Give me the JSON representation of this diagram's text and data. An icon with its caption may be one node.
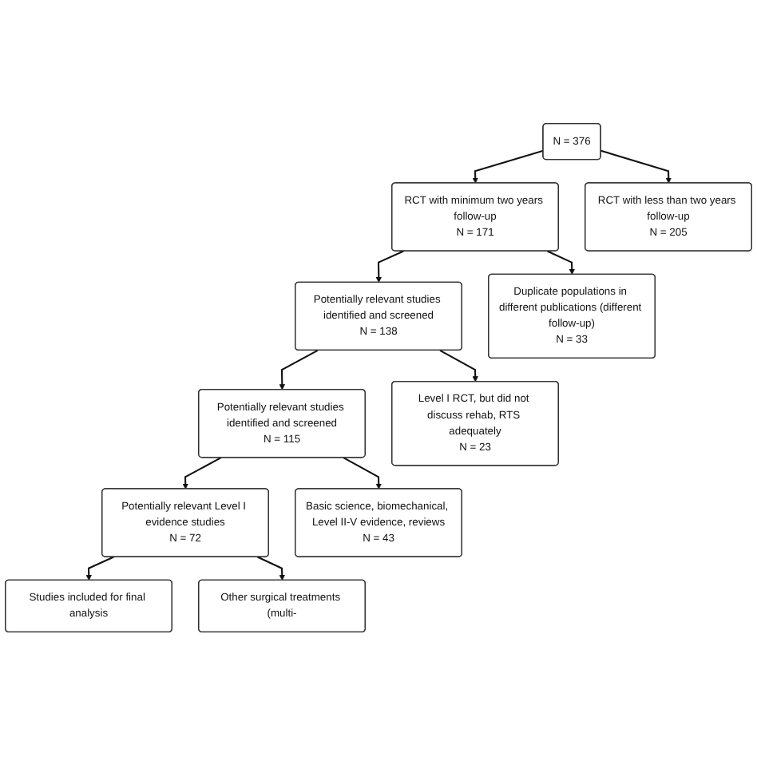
{
  "diagram": {
    "nodes": [
      {
        "text": [
          "N = 376"
        ]
      },
      {
        "text": [
          "RCT with minimum two years follow-up",
          "N = 171"
        ]
      },
      {
        "text": [
          "RCT with less than two years follow-up",
          "N = 205"
        ]
      },
      {
        "text": [
          "Potentially relevant studies identified and screened",
          "N = 138"
        ]
      },
      {
        "text": [
          "Duplicate populations in different publications (different follow-up)",
          "N = 33"
        ]
      },
      {
        "text": [
          "Potentially relevant studies identified and screened",
          "N = 115"
        ]
      },
      {
        "text": [
          "Level I RCT, but did not discuss rehab, RTS adequately",
          "N = 23"
        ]
      },
      {
        "text": [
          "Potentially relevant Level I evidence studies",
          "N = 72"
        ]
      },
      {
        "text": [
          "Basic science, biomechanical, Level II-V evidence, reviews",
          "N = 43"
        ]
      },
      {
        "text": [
          "Studies included for final analysis"
        ]
      },
      {
        "text": [
          "Other surgical treatments (multi-"
        ]
      }
    ],
    "edges": [
      {
        "from": 0,
        "to": 1,
        "arrow": "to"
      },
      {
        "from": 0,
        "to": 2,
        "arrow": "to"
      },
      {
        "from": 1,
        "to": 3,
        "arrow": "to"
      },
      {
        "from": 1,
        "to": 4,
        "arrow": "to"
      },
      {
        "from": 3,
        "to": 5,
        "arrow": "to"
      },
      {
        "from": 3,
        "to": 6,
        "arrow": "to"
      },
      {
        "from": 5,
        "to": 7,
        "arrow": "to"
      },
      {
        "from": 5,
        "to": 8,
        "arrow": "to"
      },
      {
        "from": 7,
        "to": 9,
        "arrow": "to"
      },
      {
        "from": 7,
        "to": 10,
        "arrow": "to"
      }
    ]
  }
}
